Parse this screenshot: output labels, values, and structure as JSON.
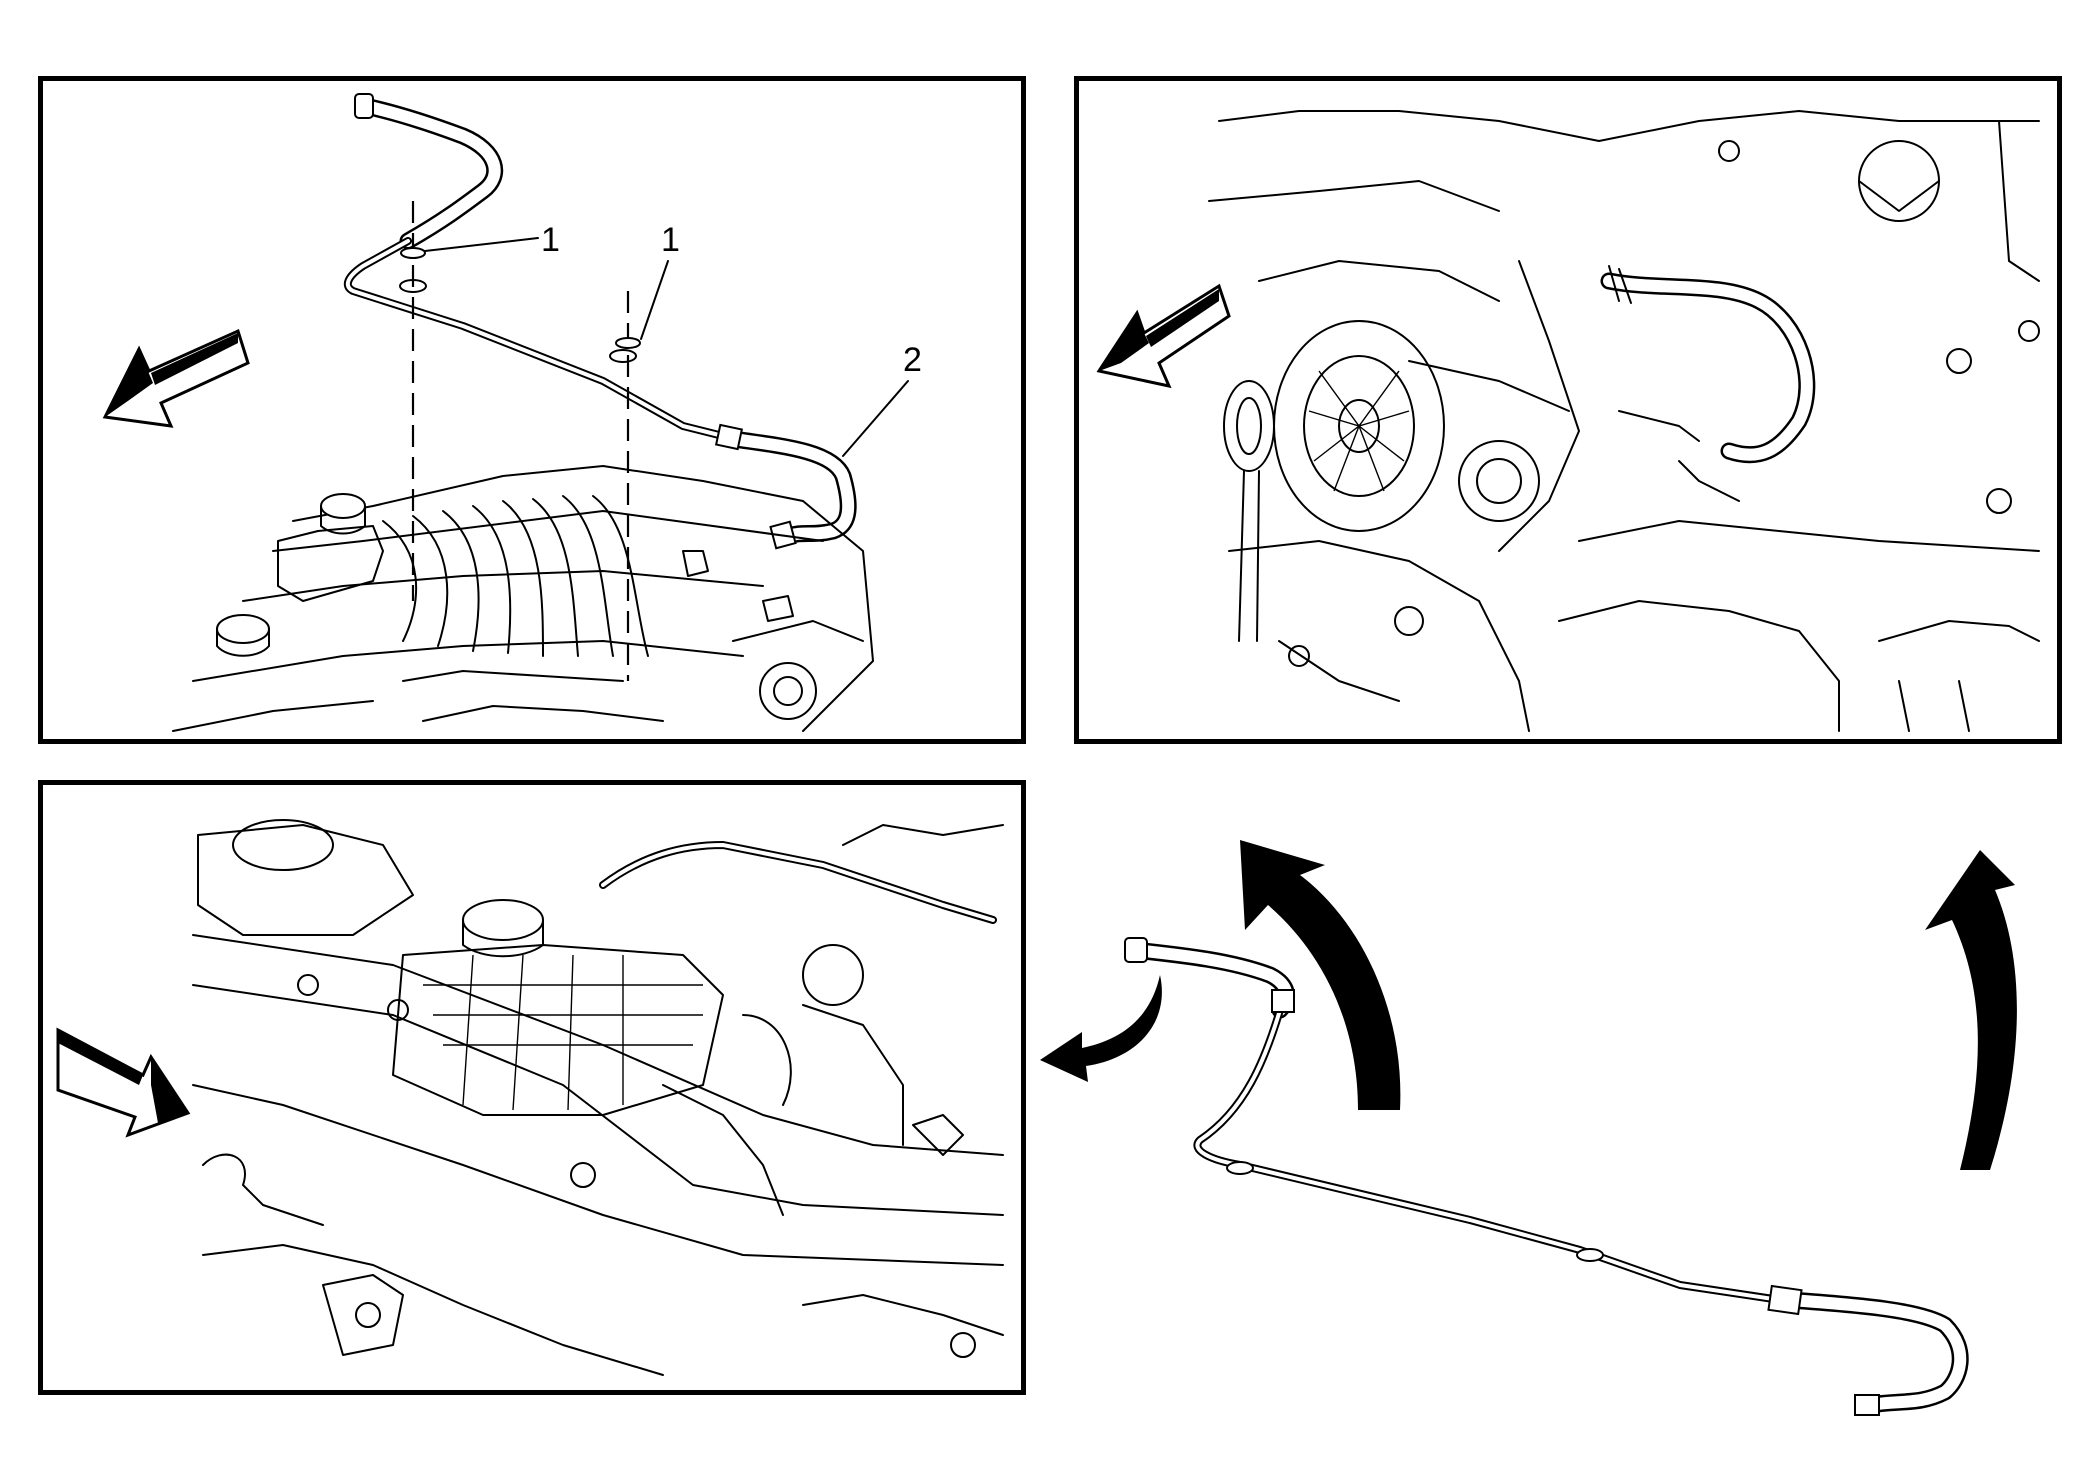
{
  "figure": {
    "panels": [
      {
        "id": "removal-overview",
        "callouts": [
          "1",
          "1",
          "2"
        ]
      },
      {
        "id": "rear-hose-connection"
      },
      {
        "id": "front-hose-connection"
      },
      {
        "id": "hose-removal-motion"
      }
    ],
    "callout_1_left": "1",
    "callout_1_right": "1",
    "callout_2": "2"
  }
}
